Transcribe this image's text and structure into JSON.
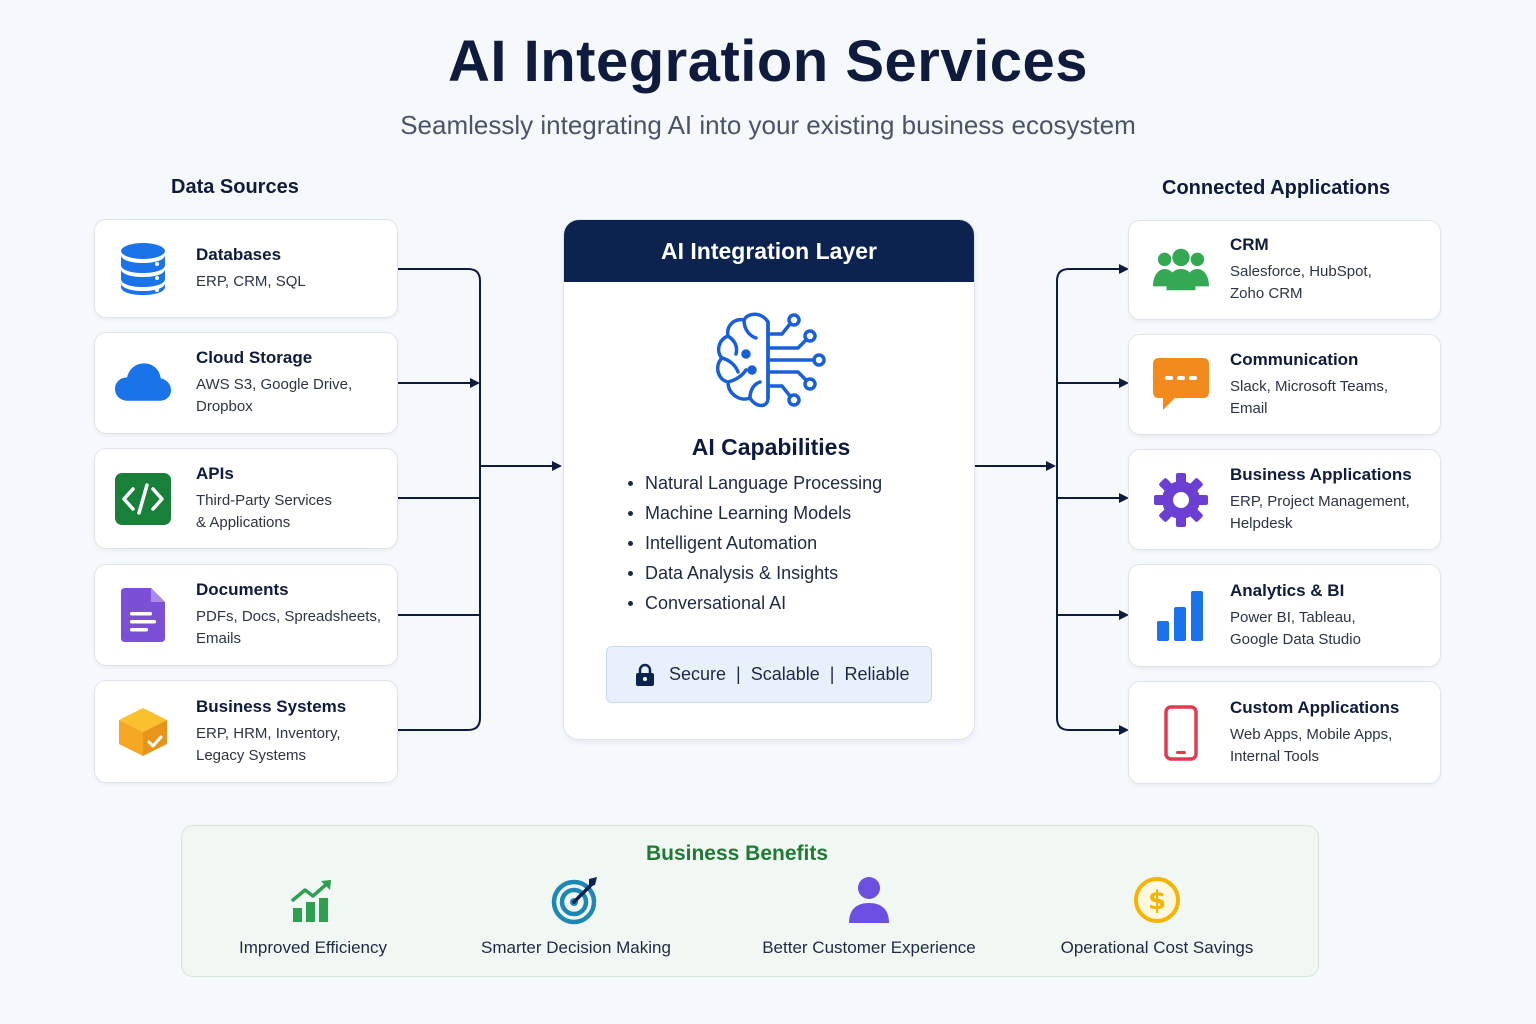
{
  "header": {
    "title": "AI Integration Services",
    "subtitle": "Seamlessly integrating AI into your existing business ecosystem"
  },
  "data_sources": {
    "heading": "Data Sources",
    "items": [
      {
        "title": "Databases",
        "desc": [
          "ERP, CRM, SQL"
        ],
        "icon": "database-icon",
        "color": "#1a73e8"
      },
      {
        "title": "Cloud Storage",
        "desc": [
          "AWS S3, Google Drive,",
          "Dropbox"
        ],
        "icon": "cloud-icon",
        "color": "#1a73e8"
      },
      {
        "title": "APIs",
        "desc": [
          "Third-Party Services",
          "& Applications"
        ],
        "icon": "code-icon",
        "color": "#188038"
      },
      {
        "title": "Documents",
        "desc": [
          "PDFs, Docs, Spreadsheets,",
          "Emails"
        ],
        "icon": "document-icon",
        "color": "#7b4fd6"
      },
      {
        "title": "Business Systems",
        "desc": [
          "ERP, HRM, Inventory,",
          "Legacy Systems"
        ],
        "icon": "box-icon",
        "color": "#f5a623"
      }
    ]
  },
  "center": {
    "heading": "AI Integration Layer",
    "capabilities_title": "AI Capabilities",
    "capabilities": [
      "Natural Language Processing",
      "Machine Learning Models",
      "Intelligent Automation",
      "Data Analysis & Insights",
      "Conversational AI"
    ],
    "badges": [
      "Secure",
      "Scalable",
      "Reliable"
    ],
    "badge_separator": "|",
    "icon": "brain-circuit-icon",
    "header_color": "#0c2350"
  },
  "connected_apps": {
    "heading": "Connected Applications",
    "items": [
      {
        "title": "CRM",
        "desc": [
          "Salesforce, HubSpot,",
          "Zoho CRM"
        ],
        "icon": "users-icon",
        "color": "#34a853"
      },
      {
        "title": "Communication",
        "desc": [
          "Slack, Microsoft Teams,",
          "Email"
        ],
        "icon": "chat-icon",
        "color": "#f28b1e"
      },
      {
        "title": "Business Applications",
        "desc": [
          "ERP, Project Management,",
          "Helpdesk"
        ],
        "icon": "gear-icon",
        "color": "#6b3fd1"
      },
      {
        "title": "Analytics & BI",
        "desc": [
          "Power BI, Tableau,",
          "Google Data Studio"
        ],
        "icon": "bar-chart-icon",
        "color": "#1a73e8"
      },
      {
        "title": "Custom Applications",
        "desc": [
          "Web Apps, Mobile Apps,",
          "Internal Tools"
        ],
        "icon": "mobile-icon",
        "color": "#e53950"
      }
    ]
  },
  "benefits": {
    "heading": "Business Benefits",
    "items": [
      {
        "label": "Improved Efficiency",
        "icon": "growth-chart-icon"
      },
      {
        "label": "Smarter Decision Making",
        "icon": "target-icon"
      },
      {
        "label": "Better Customer Experience",
        "icon": "person-icon"
      },
      {
        "label": "Operational Cost Savings",
        "icon": "dollar-coin-icon"
      }
    ]
  }
}
